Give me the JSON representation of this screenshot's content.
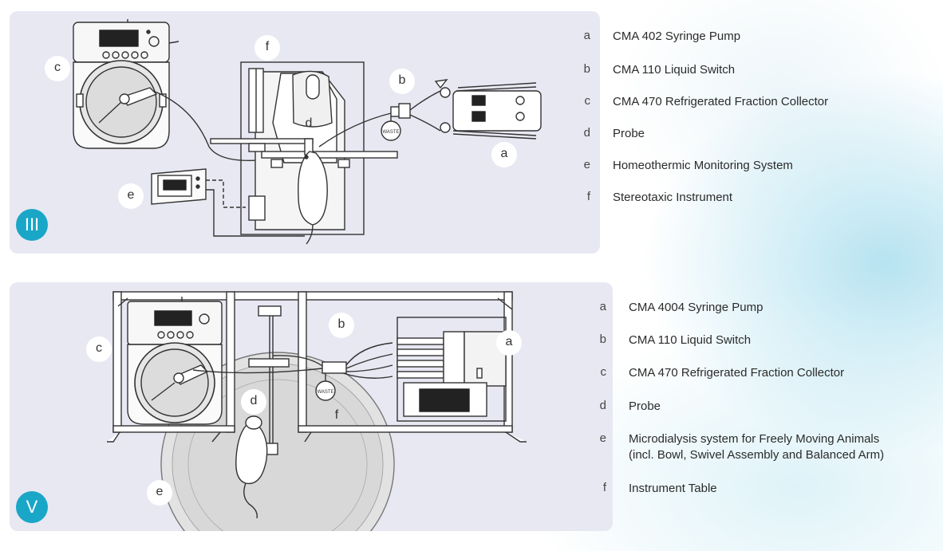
{
  "panels": [
    {
      "number": "III",
      "callouts": {
        "a": "a",
        "b": "b",
        "c": "c",
        "d": "d",
        "e": "e",
        "f": "f"
      },
      "waste_label": "WASTE",
      "legend": [
        {
          "letter": "a",
          "text": "CMA 402 Syringe Pump"
        },
        {
          "letter": "b",
          "text": "CMA 110 Liquid Switch"
        },
        {
          "letter": "c",
          "text": "CMA 470 Refrigerated Fraction Collector"
        },
        {
          "letter": "d",
          "text": "Probe"
        },
        {
          "letter": "e",
          "text": "Homeothermic Monitoring System"
        },
        {
          "letter": "f",
          "text": "Stereotaxic Instrument"
        }
      ]
    },
    {
      "number": "V",
      "callouts": {
        "a": "a",
        "b": "b",
        "c": "c",
        "d": "d",
        "e": "e",
        "f": "f"
      },
      "waste_label": "WASTE",
      "legend": [
        {
          "letter": "a",
          "text": "CMA 4004 Syringe Pump"
        },
        {
          "letter": "b",
          "text": "CMA 110 Liquid Switch"
        },
        {
          "letter": "c",
          "text": "CMA 470 Refrigerated Fraction Collector"
        },
        {
          "letter": "d",
          "text": "Probe"
        },
        {
          "letter": "e",
          "text": "Microdialysis system for Freely Moving Animals",
          "text2": "(incl. Bowl, Swivel Assembly and Balanced Arm)"
        },
        {
          "letter": "f",
          "text": "Instrument Table"
        }
      ]
    }
  ],
  "colors": {
    "accent": "#1aa6c7",
    "panel_bg": "#e8e8f3",
    "line": "#333333"
  }
}
